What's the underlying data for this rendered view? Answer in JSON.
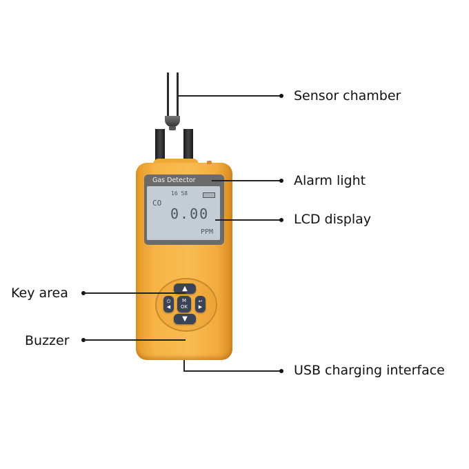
{
  "diagram": {
    "labels": {
      "sensor_chamber": "Sensor chamber",
      "alarm_light": "Alarm light",
      "lcd_display": "LCD display",
      "key_area": "Key area",
      "buzzer": "Buzzer",
      "usb_charging": "USB charging interface"
    },
    "device": {
      "title": "Gas Detector",
      "gas": "CO",
      "time": "16 58",
      "reading": "0.00",
      "unit": "PPM",
      "body_color": "#f7b446",
      "keys": {
        "up": "▲",
        "down": "▼",
        "left": "◀",
        "left_top": "⏻",
        "right": "▶",
        "right_top": "↩",
        "center_top": "M",
        "center_bottom": "OK"
      }
    }
  }
}
